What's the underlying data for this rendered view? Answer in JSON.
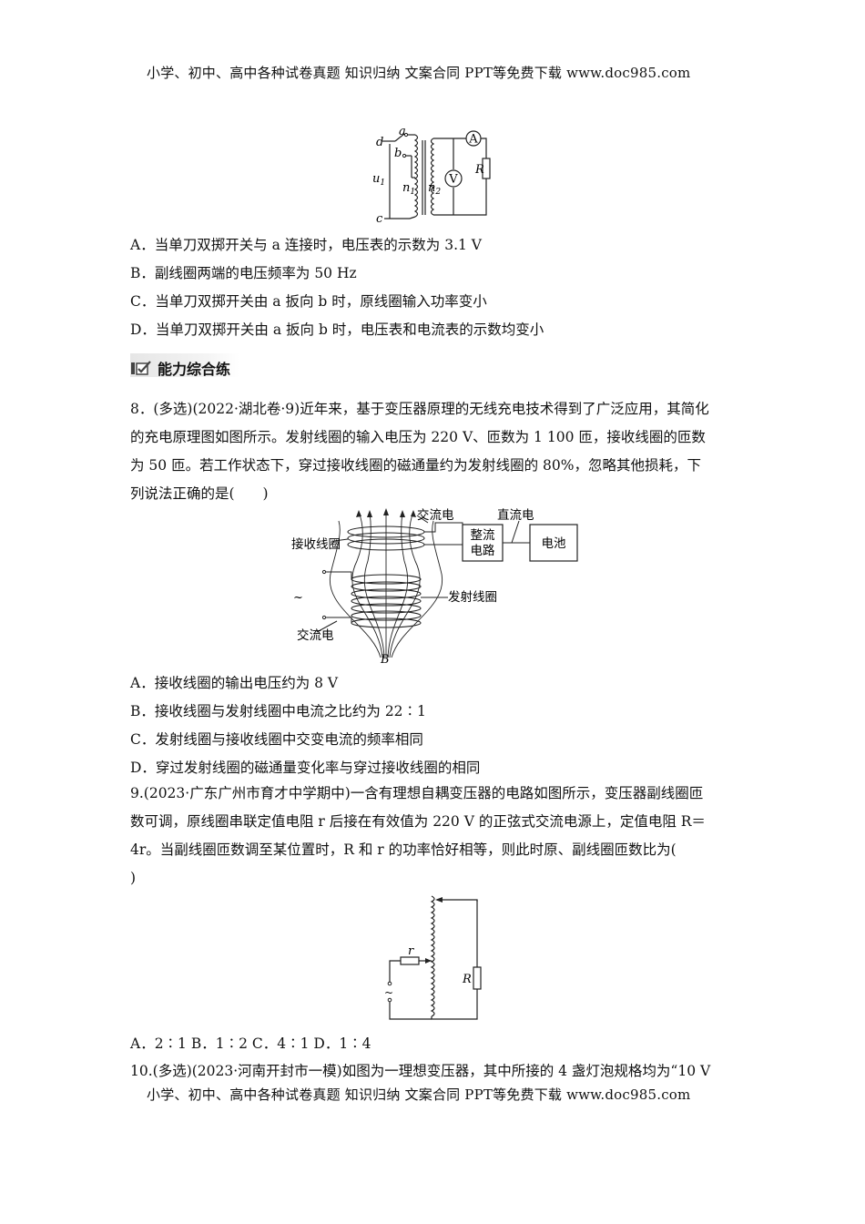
{
  "header": {
    "text": "小学、初中、高中各种试卷真题  知识归纳  文案合同  PPT等免费下载      www.doc985.com"
  },
  "footer": {
    "text": "小学、初中、高中各种试卷真题  知识归纳  文案合同  PPT等免费下载      www.doc985.com"
  },
  "q7": {
    "figure": {
      "a": "a",
      "b": "b",
      "c": "c",
      "d": "d",
      "u1": "u",
      "u1_sub": "1",
      "n1": "n",
      "n1_sub": "1",
      "n2": "n",
      "n2_sub": "2",
      "ammeter": "A",
      "voltmeter": "V",
      "R": "R"
    },
    "options": [
      "A．当单刀双掷开关与 a 连接时，电压表的示数为 3.1 V",
      "B．副线圈两端的电压频率为 50 Hz",
      "C．当单刀双掷开关由 a 扳向 b 时，原线圈输入功率变小",
      "D．当单刀双掷开关由 a 扳向 b 时，电压表和电流表的示数均变小"
    ]
  },
  "section": {
    "title": "能力综合练"
  },
  "q8": {
    "stem": [
      "8．(多选)(2022·湖北卷·9)近年来，基于变压器原理的无线充电技术得到了广泛应用，其简化",
      "的充电原理图如图所示。发射线圈的输入电压为 220 V、匝数为 1 100 匝，接收线圈的匝数",
      "为 50 匝。若工作状态下，穿过接收线圈的磁通量约为发射线圈的 80%，忽略其他损耗，下",
      "列说法正确的是(　　)"
    ],
    "figure": {
      "ac_top": "交流电",
      "dc_top": "直流电",
      "receive_coil": "接收线圈",
      "rectifier_1": "整流",
      "rectifier_2": "电路",
      "battery": "电池",
      "transmit_coil": "发射线圈",
      "ac_left": "交流电",
      "tilde": "~",
      "B": "B"
    },
    "options": [
      "A．接收线圈的输出电压约为 8 V",
      "B．接收线圈与发射线圈中电流之比约为 22∶1",
      "C．发射线圈与接收线圈中交变电流的频率相同",
      "D．穿过发射线圈的磁通量变化率与穿过接收线圈的相同"
    ]
  },
  "q9": {
    "stem": [
      "9.(2023·广东广州市育才中学期中)一含有理想自耦变压器的电路如图所示，变压器副线圈匝",
      "数可调，原线圈串联定值电阻 r 后接在有效值为 220 V 的正弦式交流电源上，定值电阻 R＝",
      "4r。当副线圈匝数调至某位置时，R 和 r 的功率恰好相等，则此时原、副线圈匝数比为(",
      ")"
    ],
    "figure": {
      "r": "r",
      "R": "R",
      "tilde": "~"
    },
    "options": "A．2∶1  B．1∶2  C．4∶1  D．1∶4"
  },
  "q10": {
    "stem": "10.(多选)(2023·河南开封市一模)如图为一理想变压器，其中所接的 4 盏灯泡规格均为“10 V"
  }
}
